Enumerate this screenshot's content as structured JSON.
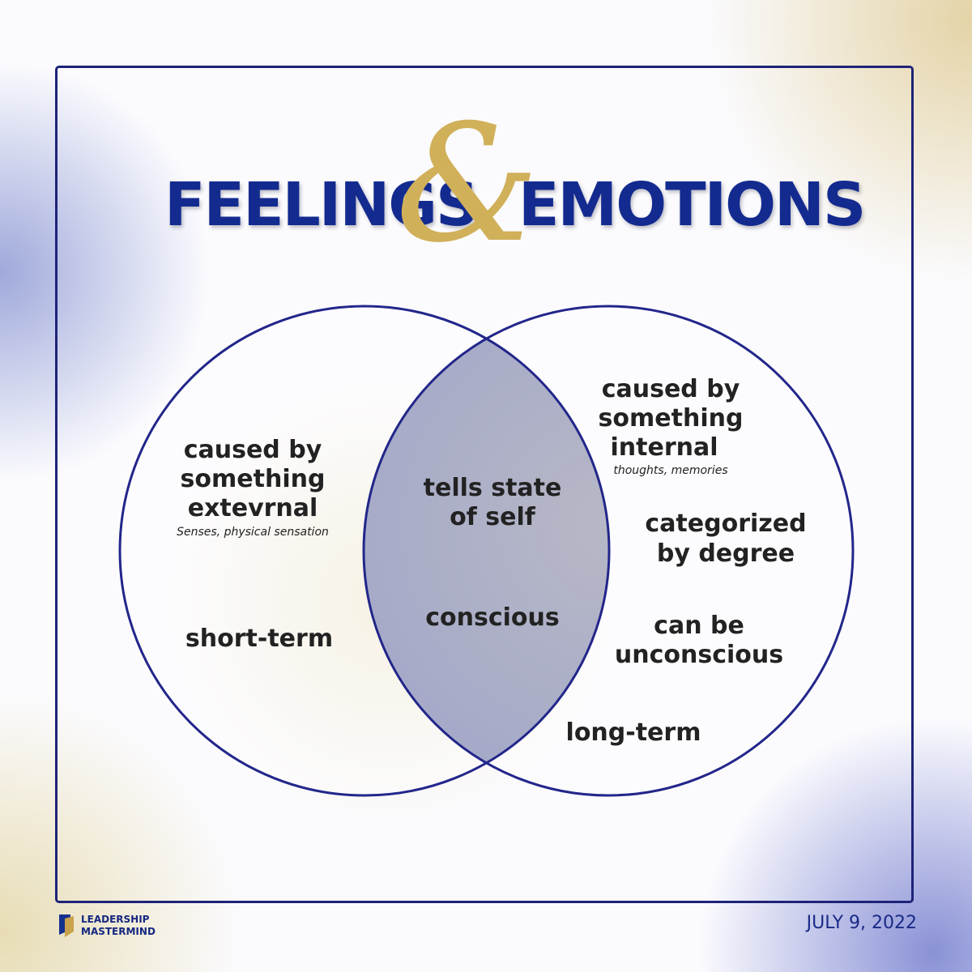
{
  "title": {
    "left": "FEELINGS",
    "ampersand": "&",
    "right": "EMOTIONS"
  },
  "left_circle": {
    "cause_lines": [
      "caused by",
      "something",
      "extevrnal"
    ],
    "cause_note": "Senses, physical sensation",
    "duration": "short-term"
  },
  "overlap": {
    "item1_lines": [
      "tells state",
      "of self"
    ],
    "item2": "conscious"
  },
  "right_circle": {
    "cause_lines": [
      "caused by",
      "something",
      "internal"
    ],
    "cause_note": "thoughts, memories",
    "degree_lines": [
      "categorized",
      "by degree"
    ],
    "conscious_lines": [
      "can be",
      "unconscious"
    ],
    "duration": "long-term"
  },
  "footer": {
    "logo_lines": [
      "LEADERSHIP",
      "MASTERMIND"
    ],
    "date": "JULY 9, 2022"
  },
  "colors": {
    "navy": "#1e2378",
    "title_blue": "#132a8f",
    "gold": "#d1b05a",
    "overlap_fill": "#a4a9c7"
  }
}
